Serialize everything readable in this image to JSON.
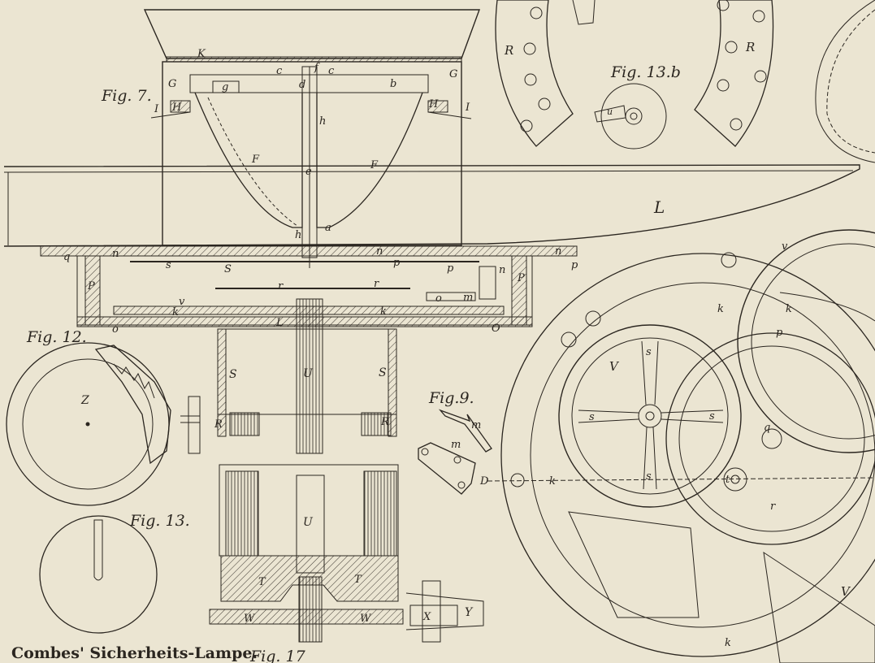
{
  "plate_title": "Combes' Sicherheits-Lampe.",
  "figures": {
    "fig7": "Fig. 7.",
    "fig9": "Fig.9.",
    "fig12": "Fig. 12.",
    "fig13": "Fig. 13.",
    "fig13b": "Fig. 13.b",
    "fig17": "Fig. 17"
  },
  "labels": {
    "K": "K",
    "c": "c",
    "f": "f",
    "d": "d",
    "b": "b",
    "G": "G",
    "g": "g",
    "H": "H",
    "I": "I",
    "h": "h",
    "F": "F",
    "e": "e",
    "a": "a",
    "L": "L",
    "q": "q",
    "n": "n",
    "s": "s",
    "p": "p",
    "r": "r",
    "v": "v",
    "m": "m",
    "o": "o",
    "k": "k",
    "O": "O",
    "P": "P",
    "S": "S",
    "U": "U",
    "R": "R",
    "Z": "Z",
    "D": "D",
    "V": "V",
    "t": "t",
    "T": "T",
    "W": "W",
    "X": "X",
    "Y": "Y",
    "u": "u"
  },
  "colors": {
    "paper": "#ebe5d2",
    "ink": "#2b2620"
  }
}
